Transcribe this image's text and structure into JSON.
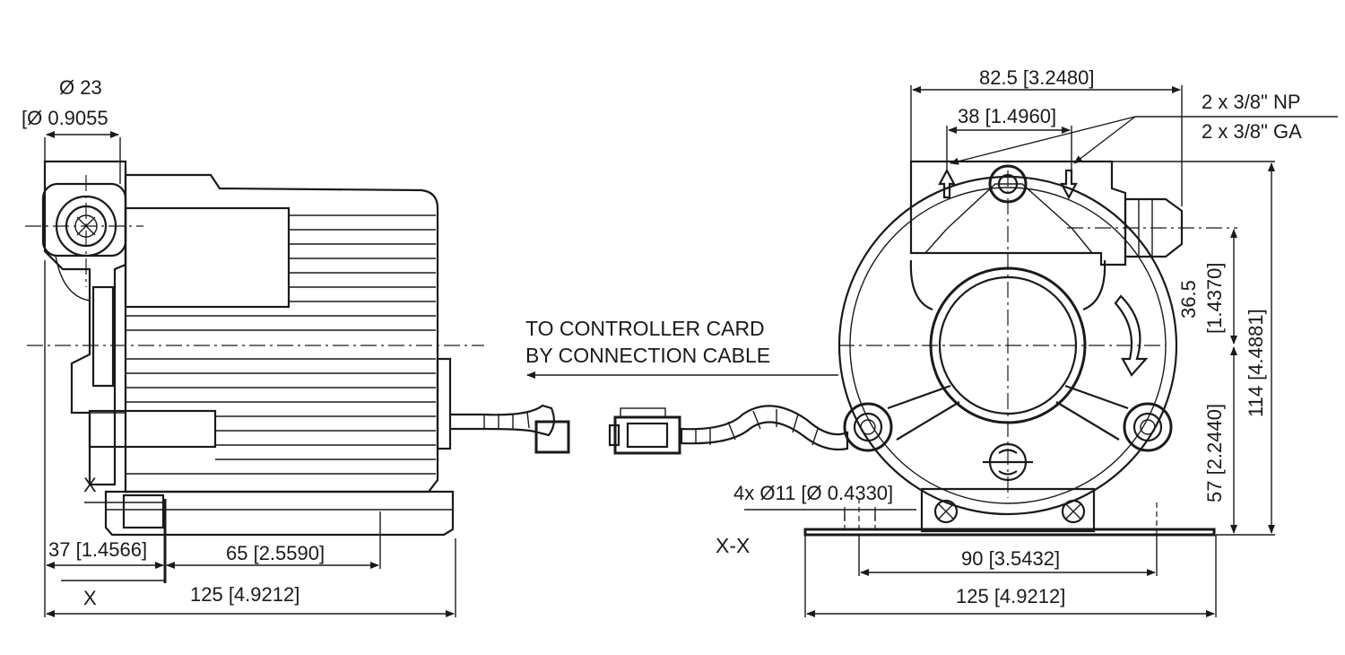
{
  "side_view": {
    "dia_top": "Ø 23",
    "dia_top_inch": "[Ø 0.9055",
    "section_mark_top": "X",
    "section_mark_bottom": "X",
    "dim_37": "37 [1.4566]",
    "dim_65": "65 [2.5590]",
    "dim_125": "125 [4.9212]"
  },
  "note": {
    "line1": "TO CONTROLLER CARD",
    "line2": "BY CONNECTION CABLE"
  },
  "front_view": {
    "dim_width_top": "82.5 [3.2480]",
    "dim_ports_spacing": "38 [1.4960]",
    "port_note_1": "2 x 3/8\" NP",
    "port_note_2": "2 x 3/8\" GA",
    "dim_36_5": "36.5",
    "dim_36_5_inch": "[1.4370]",
    "dim_114": "114 [4.4881]",
    "dim_57": "57 [2.2440]",
    "mount_holes": "4x Ø11 [Ø 0.4330]",
    "section_label": "X-X",
    "dim_90": "90 [3.5432]",
    "dim_125": "125 [4.9212]"
  }
}
